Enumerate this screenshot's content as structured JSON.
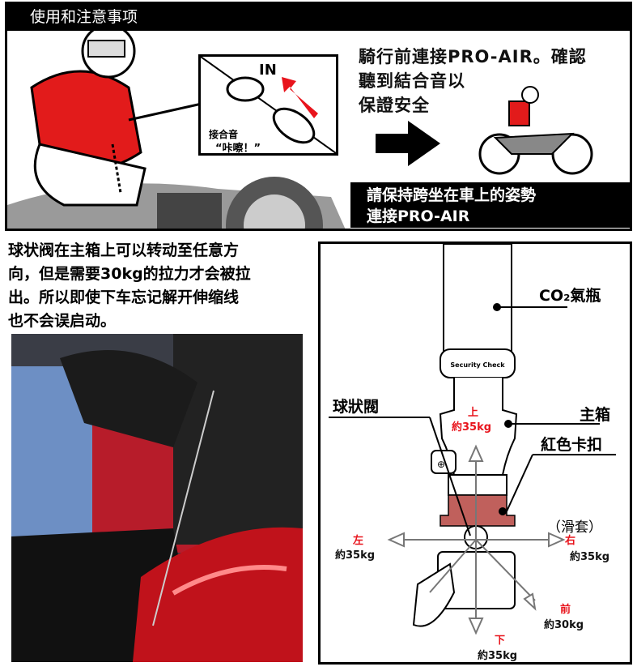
{
  "header": {
    "title": "使用和注意事项"
  },
  "top_panel": {
    "inset_label_in": "IN",
    "inset_sound_label": "接合音",
    "inset_sound_text": "“咔嚓！”",
    "instruction_lines": [
      "騎行前連接PRO-AIR。確認",
      "聽到結合音以",
      "保證安全"
    ],
    "note_lines": [
      "請保持跨坐在車上的姿勢",
      "連接PRO-AIR"
    ]
  },
  "left_text": {
    "lines": [
      "球状阀在主箱上可以转动至任意方",
      "向，但是需要30kg的拉力才会被拉",
      "出。所以即使下车忘记解开伸缩线",
      "也不会误启动。"
    ]
  },
  "diagram": {
    "co2_label": "CO₂氣瓶",
    "security_check": "Security Check",
    "ball_valve": "球狀閥",
    "main_box": "主箱",
    "red_clip": "紅色卡扣",
    "sleeve": "（滑套）",
    "up": {
      "dir": "上",
      "force": "約35kg"
    },
    "left": {
      "dir": "左",
      "force": "約35kg"
    },
    "right": {
      "dir": "右",
      "force": "約35kg"
    },
    "front": {
      "dir": "前",
      "force": "約30kg"
    },
    "down": {
      "dir": "下",
      "force": "約35kg"
    },
    "colors": {
      "red": "#e8141c",
      "clip": "#c0605c"
    }
  }
}
